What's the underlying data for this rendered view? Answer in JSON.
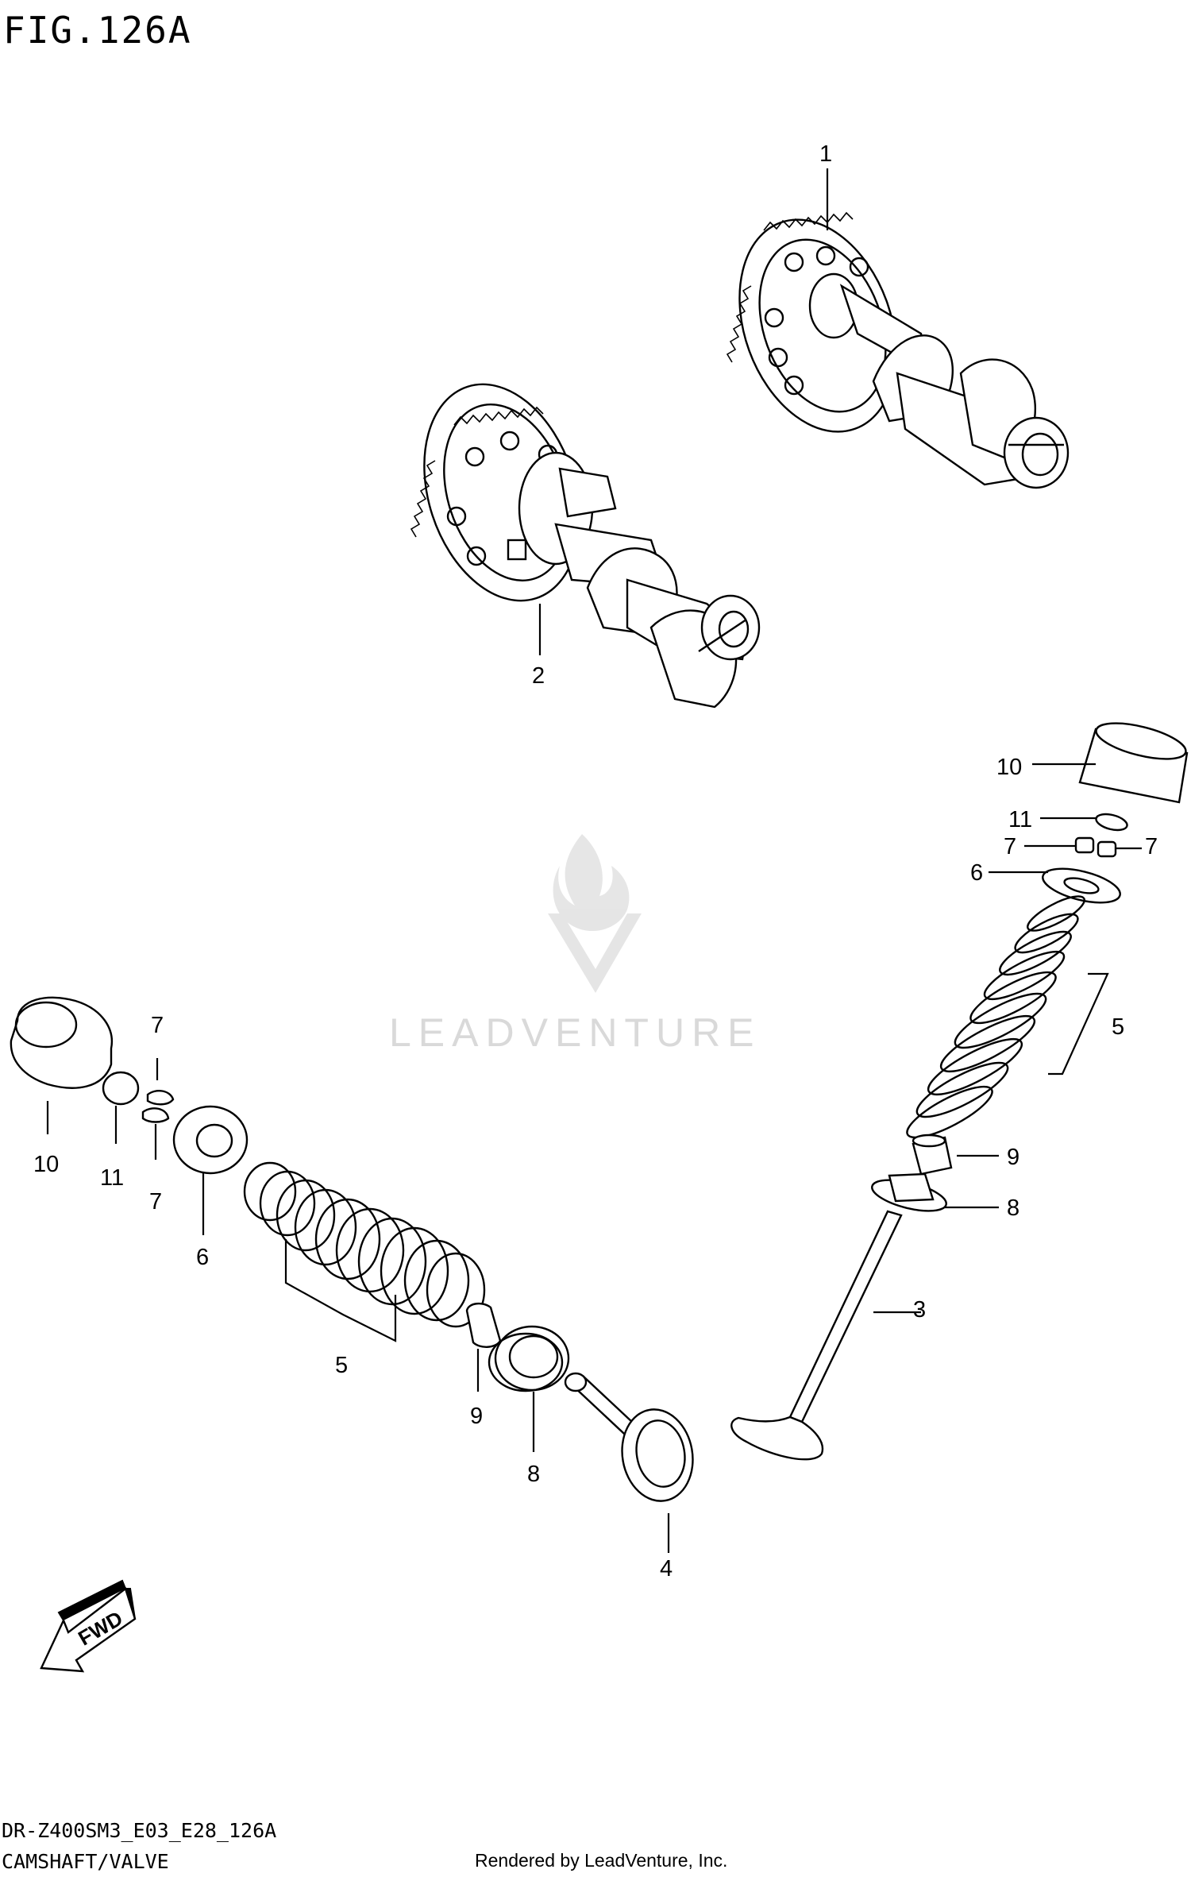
{
  "figure": {
    "title": "FIG.126A",
    "code": "DR-Z400SM3_E03_E28_126A",
    "name": "CAMSHAFT/VALVE",
    "rendered_by": "Rendered by LeadVenture, Inc."
  },
  "watermark": {
    "text": "LEADVENTURE"
  },
  "fwd_label": "FWD",
  "callouts": {
    "c1": "1",
    "c2": "2",
    "c3": "3",
    "c4": "4",
    "c5_right": "5",
    "c5_left": "5",
    "c6_right": "6",
    "c6_left": "6",
    "c7_right_a": "7",
    "c7_right_b": "7",
    "c7_left_a": "7",
    "c7_left_b": "7",
    "c8_right": "8",
    "c8_left": "8",
    "c9_right": "9",
    "c9_left": "9",
    "c10_right": "10",
    "c10_left": "10",
    "c11_right": "11",
    "c11_left": "11"
  },
  "icons": {
    "watermark": "leadventure-flame-logo",
    "direction": "fwd-arrow-icon"
  }
}
